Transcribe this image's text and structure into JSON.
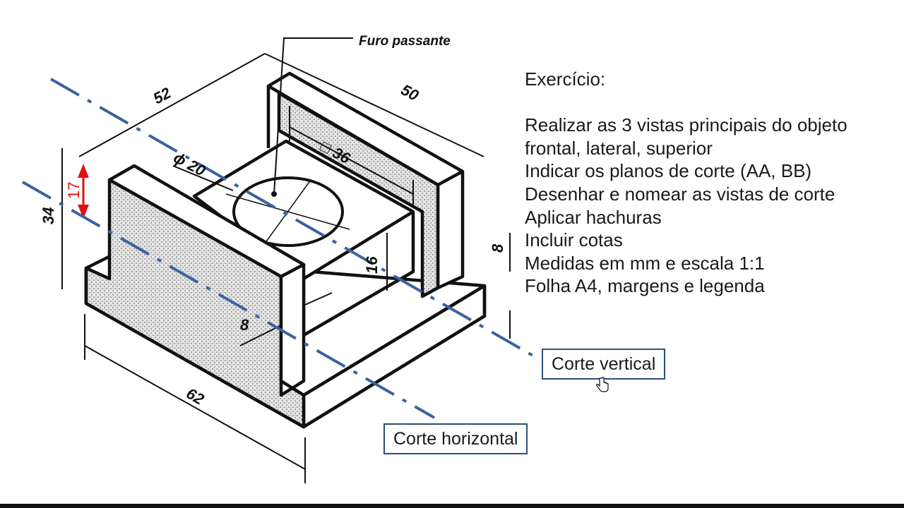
{
  "exercise": {
    "title": "Exercício:",
    "items": [
      "Realizar as 3 vistas principais do objeto",
      "frontal, lateral, superior",
      "Indicar os planos de corte (AA, BB)",
      "Desenhar e nomear as vistas de corte",
      "Aplicar hachuras",
      "Incluir cotas",
      "Medidas em mm e escala 1:1",
      "Folha A4, margens e legenda"
    ]
  },
  "buttons": {
    "cut_vertical": "Corte vertical",
    "cut_horizontal": "Corte horizontal"
  },
  "drawing": {
    "callout": "Furo passante",
    "dim_52": "52",
    "dim_50": "50",
    "dim_34": "34",
    "dim_17": "17",
    "dim_62": "62",
    "dim_16": "16",
    "dim_8_right": "8",
    "dim_8_front": "8",
    "dim_phi20": "ϕ 20",
    "dim_sq36": "□ 36"
  },
  "colors": {
    "cut_line": "#3b63a0",
    "highlight_dim": "#e01010",
    "box_border": "#2c4f7c"
  },
  "icons": {
    "cursor": "hand-pointer-icon"
  }
}
